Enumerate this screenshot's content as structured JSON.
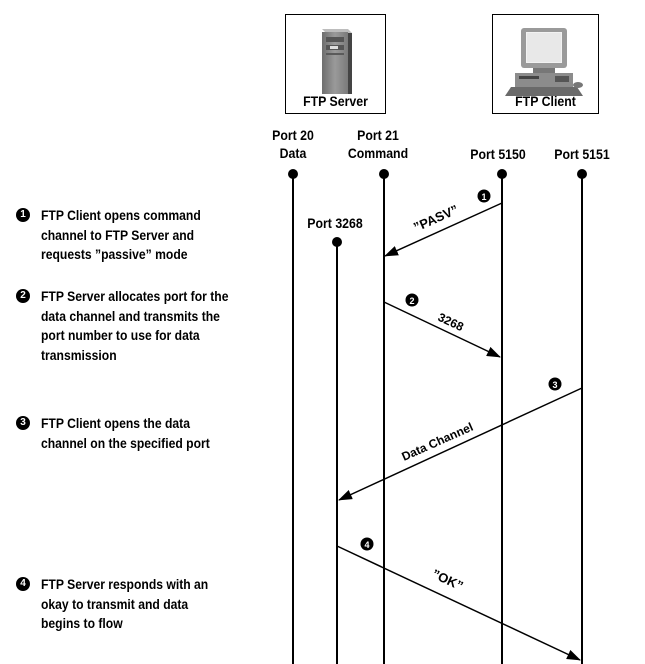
{
  "nodes": {
    "server": {
      "label": "FTP Server"
    },
    "client": {
      "label": "FTP Client"
    }
  },
  "ports": {
    "p20": {
      "line1": "Port 20",
      "line2": "Data"
    },
    "p21": {
      "line1": "Port 21",
      "line2": "Command"
    },
    "p5150": {
      "line1": "Port 5150",
      "line2": ""
    },
    "p5151": {
      "line1": "Port 5151",
      "line2": ""
    },
    "p3268": {
      "line1": "Port 3268"
    }
  },
  "steps": [
    {
      "num": "1",
      "text": "FTP Client opens command channel to FTP Server and requests ”passive” mode"
    },
    {
      "num": "2",
      "text": "FTP Server  allocates port for the data channel and transmits the port number to use for data transmission"
    },
    {
      "num": "3",
      "text": "FTP Client opens the data channel on the specified port"
    },
    {
      "num": "4",
      "text": "FTP Server responds with an okay to transmit and data begins to flow"
    }
  ],
  "messages": {
    "pasv": "”PASV”",
    "port": "3268",
    "data_channel": "Data Channel",
    "ok": "”OK”"
  }
}
